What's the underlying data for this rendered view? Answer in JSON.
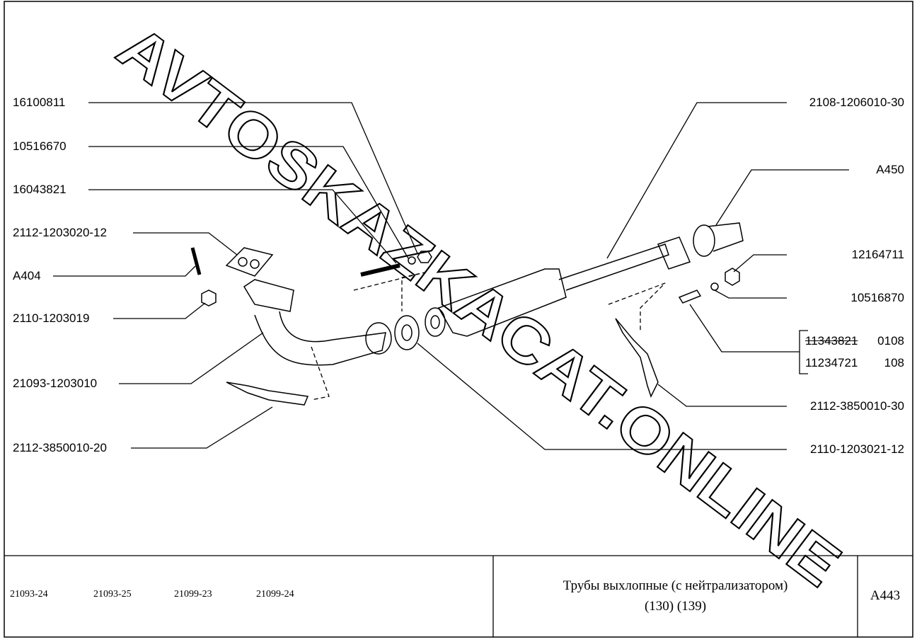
{
  "watermark": "AVTOSKAZKACAT.ONLINE",
  "left_labels": [
    "16100811",
    "10516670",
    "16043821",
    "2112-1203020-12",
    "A404",
    "2110-1203019",
    "21093-1203010",
    "2112-3850010-20"
  ],
  "right_labels": [
    "2108-1206010-30",
    "A450",
    "12164711",
    "10516870",
    "2112-3850010-30",
    "2110-1203021-12"
  ],
  "bracket_rows": [
    {
      "part": "11343821",
      "qty": "0108"
    },
    {
      "part": "11234721",
      "qty": "108"
    }
  ],
  "footer": {
    "models": [
      "21093-24",
      "21093-25",
      "21099-23",
      "21099-24"
    ],
    "title": "Трубы выхлопные (с нейтрализатором)",
    "subtitle": "(130) (139)",
    "code": "A443"
  }
}
